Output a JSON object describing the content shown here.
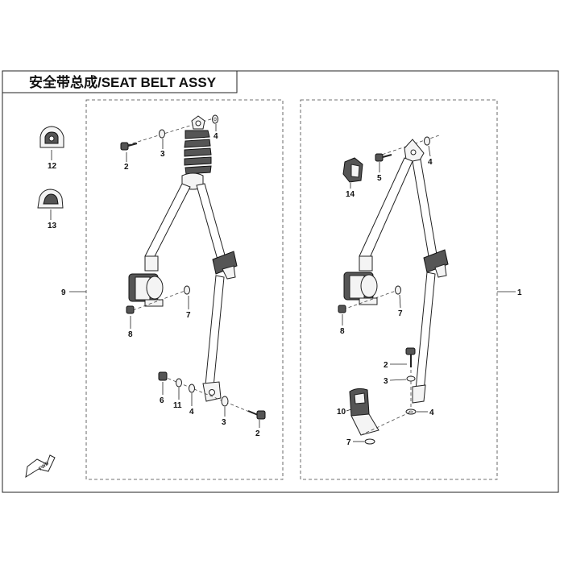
{
  "title": "安全带总成/SEAT BELT ASSY",
  "callouts": {
    "left": [
      "12",
      "13",
      "9"
    ],
    "assy_left": [
      "2",
      "3",
      "4",
      "8",
      "7",
      "6",
      "11",
      "4",
      "3",
      "2"
    ],
    "assy_right": [
      "4",
      "5",
      "14",
      "8",
      "7",
      "2",
      "3",
      "10",
      "4",
      "7",
      "1"
    ]
  },
  "fwd_label": "FWD"
}
